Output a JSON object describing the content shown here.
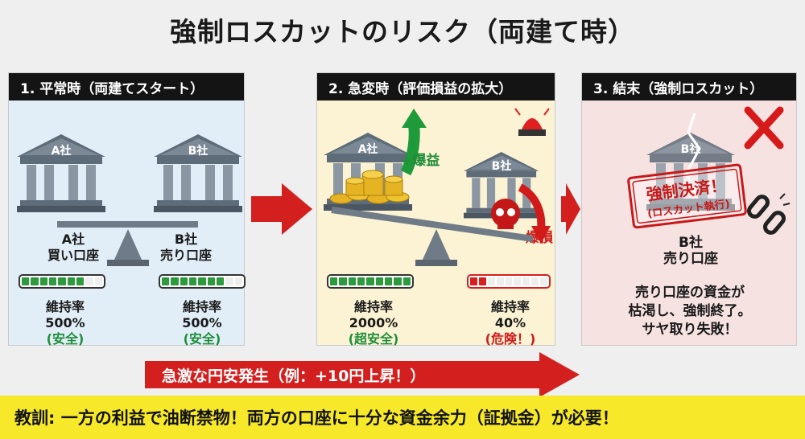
{
  "title": "強制ロスカットのリスク（両建て時）",
  "panels": [
    {
      "header": "1. 平常時（両建てスタート）",
      "bank_left": "A社",
      "bank_right": "B社",
      "account_left": "A社\n買い口座",
      "account_right": "B社\n売り口座",
      "left_rate_label": "維持率",
      "left_rate_value": "500%",
      "left_status": "(安全)",
      "right_rate_label": "維持率",
      "right_rate_value": "500%",
      "right_status": "(安全)"
    },
    {
      "header": "2. 急変時（評価損益の拡大）",
      "bank_left": "A社",
      "bank_right": "B社",
      "gain_label": "+爆益",
      "loss_label": "-爆損",
      "left_rate_label": "維持率",
      "left_rate_value": "2000%",
      "left_status": "(超安全)",
      "right_rate_label": "維持率",
      "right_rate_value": "40%",
      "right_status": "(危険！)"
    },
    {
      "header": "3. 結末（強制ロスカット）",
      "bank": "B社",
      "stamp_line1": "強制決済！",
      "stamp_line2": "(ロスカット執行)",
      "account": "B社\n売り口座",
      "result_line1": "売り口座の資金が",
      "result_line2": "枯渇し、強制終了。",
      "result_line3": "サヤ取り失敗！"
    }
  ],
  "event": "急激な円安発生（例：+10円上昇！）",
  "lesson": "教訓: 一方の利益で油断禁物！両方の口座に十分な資金余力（証拠金）が必要！",
  "gauges": {
    "safe_segments_filled": 7,
    "danger_segments_filled": 2,
    "total_segments": 9
  },
  "colors": {
    "arrow_red": "#d41f1f",
    "gauge_green": "#2e9a3e",
    "gauge_red": "#d62020",
    "banner_yellow": "#f7e92a"
  },
  "icons": [
    "bank-icon",
    "balance-scale-icon",
    "coin-stack-icon",
    "up-arrow-icon",
    "skull-icon",
    "siren-icon",
    "cross-icon",
    "broken-chain-icon"
  ]
}
